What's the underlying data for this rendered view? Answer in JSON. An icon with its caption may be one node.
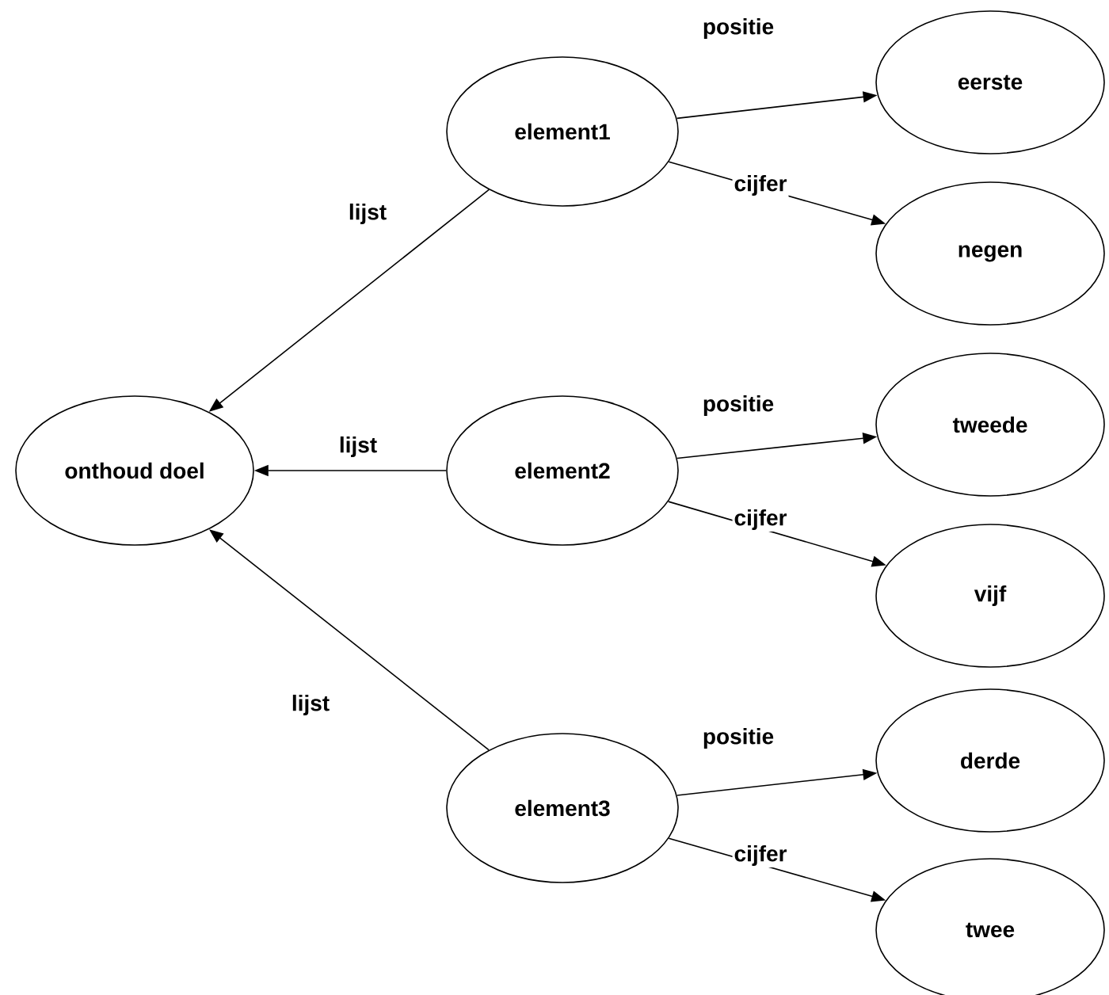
{
  "diagram": {
    "nodes": [
      {
        "text": [
          "onthoud doel"
        ]
      },
      {
        "text": [
          "element1"
        ]
      },
      {
        "text": [
          "element2"
        ]
      },
      {
        "text": [
          "element3"
        ]
      },
      {
        "text": [
          "eerste"
        ]
      },
      {
        "text": [
          "negen"
        ]
      },
      {
        "text": [
          "tweede"
        ]
      },
      {
        "text": [
          "vijf"
        ]
      },
      {
        "text": [
          "derde"
        ]
      },
      {
        "text": [
          "twee"
        ]
      }
    ],
    "edges": [
      {
        "from": 1,
        "to": 0,
        "arrow": "to",
        "label": "lijst"
      },
      {
        "from": 2,
        "to": 0,
        "arrow": "to",
        "label": "lijst"
      },
      {
        "from": 3,
        "to": 0,
        "arrow": "to",
        "label": "lijst"
      },
      {
        "from": 1,
        "to": 4,
        "arrow": "to",
        "label": "positie"
      },
      {
        "from": 1,
        "to": 5,
        "arrow": "to",
        "label": "cijfer"
      },
      {
        "from": 2,
        "to": 6,
        "arrow": "to",
        "label": "positie"
      },
      {
        "from": 2,
        "to": 7,
        "arrow": "to",
        "label": "cijfer"
      },
      {
        "from": 3,
        "to": 8,
        "arrow": "to",
        "label": "positie"
      },
      {
        "from": 3,
        "to": 9,
        "arrow": "to",
        "label": "cijfer"
      }
    ]
  }
}
